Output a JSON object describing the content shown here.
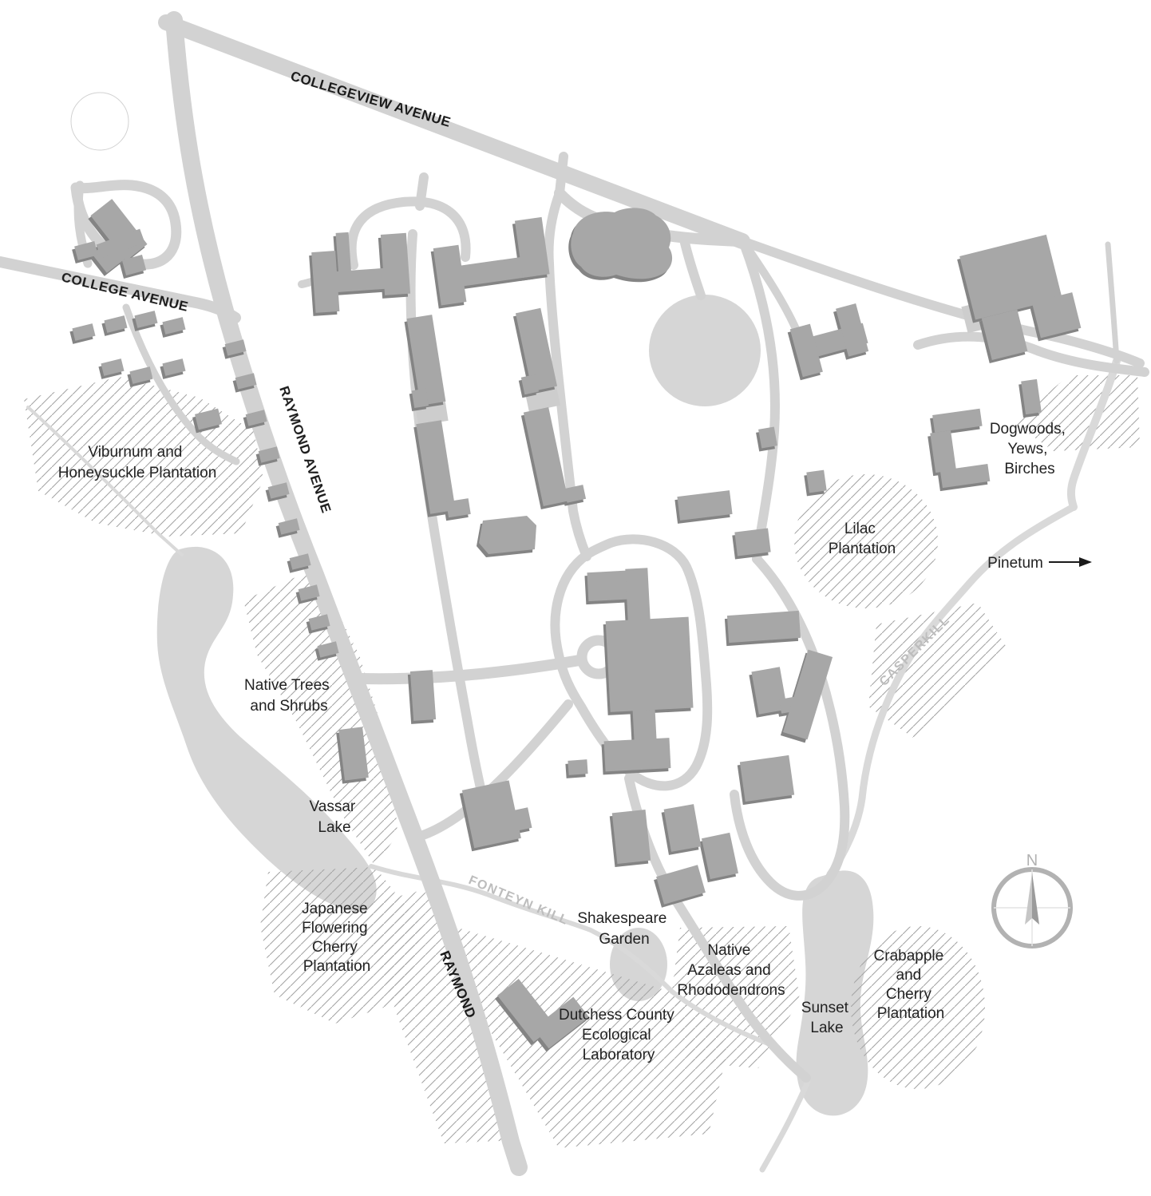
{
  "map": {
    "roads": {
      "collegeview": "COLLEGEVIEW AVENUE",
      "college": "COLLEGE AVENUE",
      "raymond_avenue": "RAYMOND AVENUE",
      "raymond": "RAYMOND"
    },
    "streams": {
      "fonteyn_kill": "FONTEYN KILL",
      "casperkill": "CASPERKILL"
    },
    "areas": {
      "viburnum": {
        "lines": [
          "Viburnum and",
          "Honeysuckle Plantation"
        ]
      },
      "native_trees": {
        "lines": [
          "Native Trees",
          "and Shrubs"
        ]
      },
      "vassar_lake": {
        "lines": [
          "Vassar",
          "Lake"
        ]
      },
      "japanese_cherry": {
        "lines": [
          "Japanese",
          "Flowering",
          "Cherry",
          "Plantation"
        ]
      },
      "shakespeare": {
        "lines": [
          "Shakespeare",
          "Garden"
        ]
      },
      "dutchess_lab": {
        "lines": [
          "Dutchess County",
          "Ecological",
          "Laboratory"
        ]
      },
      "azaleas": {
        "lines": [
          "Native",
          "Azaleas and",
          "Rhododendrons"
        ]
      },
      "sunset_lake": {
        "lines": [
          "Sunset",
          "Lake"
        ]
      },
      "crabapple": {
        "lines": [
          "Crabapple",
          "and",
          "Cherry",
          "Plantation"
        ]
      },
      "lilac": {
        "lines": [
          "Lilac",
          "Plantation"
        ]
      },
      "dogwoods": {
        "lines": [
          "Dogwoods,",
          "Yews,",
          "Birches"
        ]
      },
      "pinetum": {
        "label": "Pinetum"
      }
    },
    "compass": {
      "north": "N"
    },
    "colors": {
      "road": "#d2d2d2",
      "water": "#d6d6d6",
      "building": "#a7a7a7",
      "building_shadow": "#848484",
      "hatch_line": "#a5a5a5",
      "label": "#222222",
      "muted_label": "#bdbdbd"
    }
  }
}
